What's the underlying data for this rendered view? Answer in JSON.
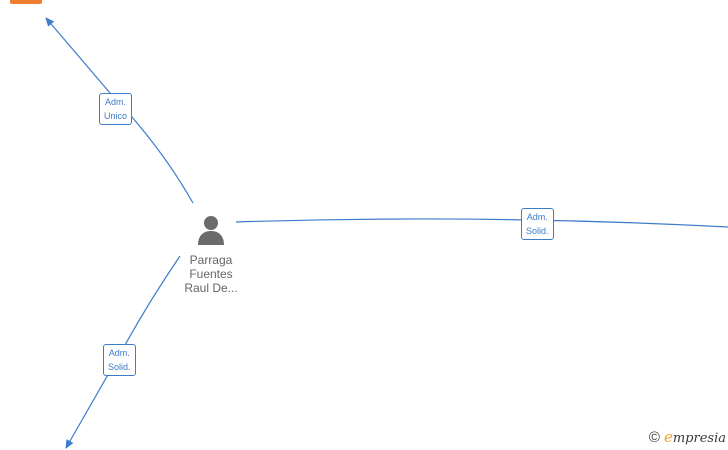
{
  "person": {
    "name_lines": [
      "Parraga",
      "Fuentes",
      "Raul De..."
    ],
    "icon": "person-icon"
  },
  "edges": [
    {
      "role_lines": [
        "Adm.",
        "Unico"
      ],
      "target": "top-left company node (cut off)"
    },
    {
      "role_lines": [
        "Adm.",
        "Solid."
      ],
      "target": "right company node (cut off)"
    },
    {
      "role_lines": [
        "Adm.",
        "Solid."
      ],
      "target": "bottom-left company node (cut off)"
    }
  ],
  "watermark": {
    "copyright_symbol": "©",
    "brand_initial": "e",
    "brand_rest": "mpresia"
  },
  "colors": {
    "edge": "#3d7cc9",
    "node_text": "#666666",
    "brand_orange": "#f07c2f",
    "brand_initial": "#f0a22e"
  }
}
